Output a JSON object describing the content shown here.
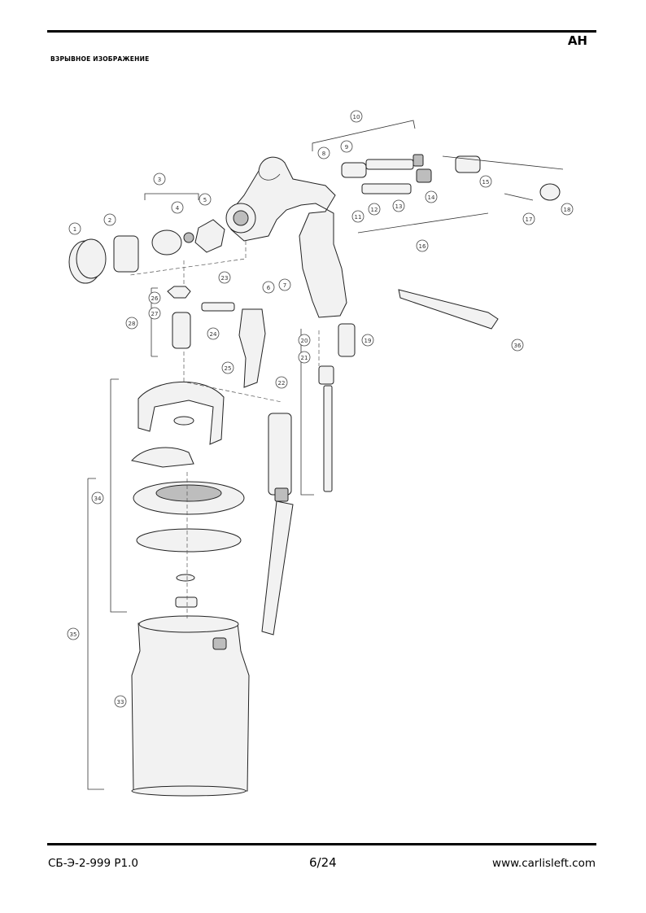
{
  "header": {
    "language_code": "AH",
    "section_title": "ВЗРЫВНОЕ ИЗОБРАЖЕНИЕ"
  },
  "diagram": {
    "callouts": [
      "1",
      "2",
      "3",
      "4",
      "5",
      "6",
      "7",
      "8",
      "9",
      "10",
      "11",
      "12",
      "13",
      "14",
      "15",
      "16",
      "17",
      "18",
      "19",
      "20",
      "21",
      "22",
      "23",
      "24",
      "25",
      "26",
      "27",
      "28",
      "33",
      "34",
      "35",
      "36"
    ]
  },
  "footer": {
    "doc_code": "СБ-Э-2-999 P1.0",
    "page": "6/24",
    "website": "www.carlisleft.com"
  }
}
